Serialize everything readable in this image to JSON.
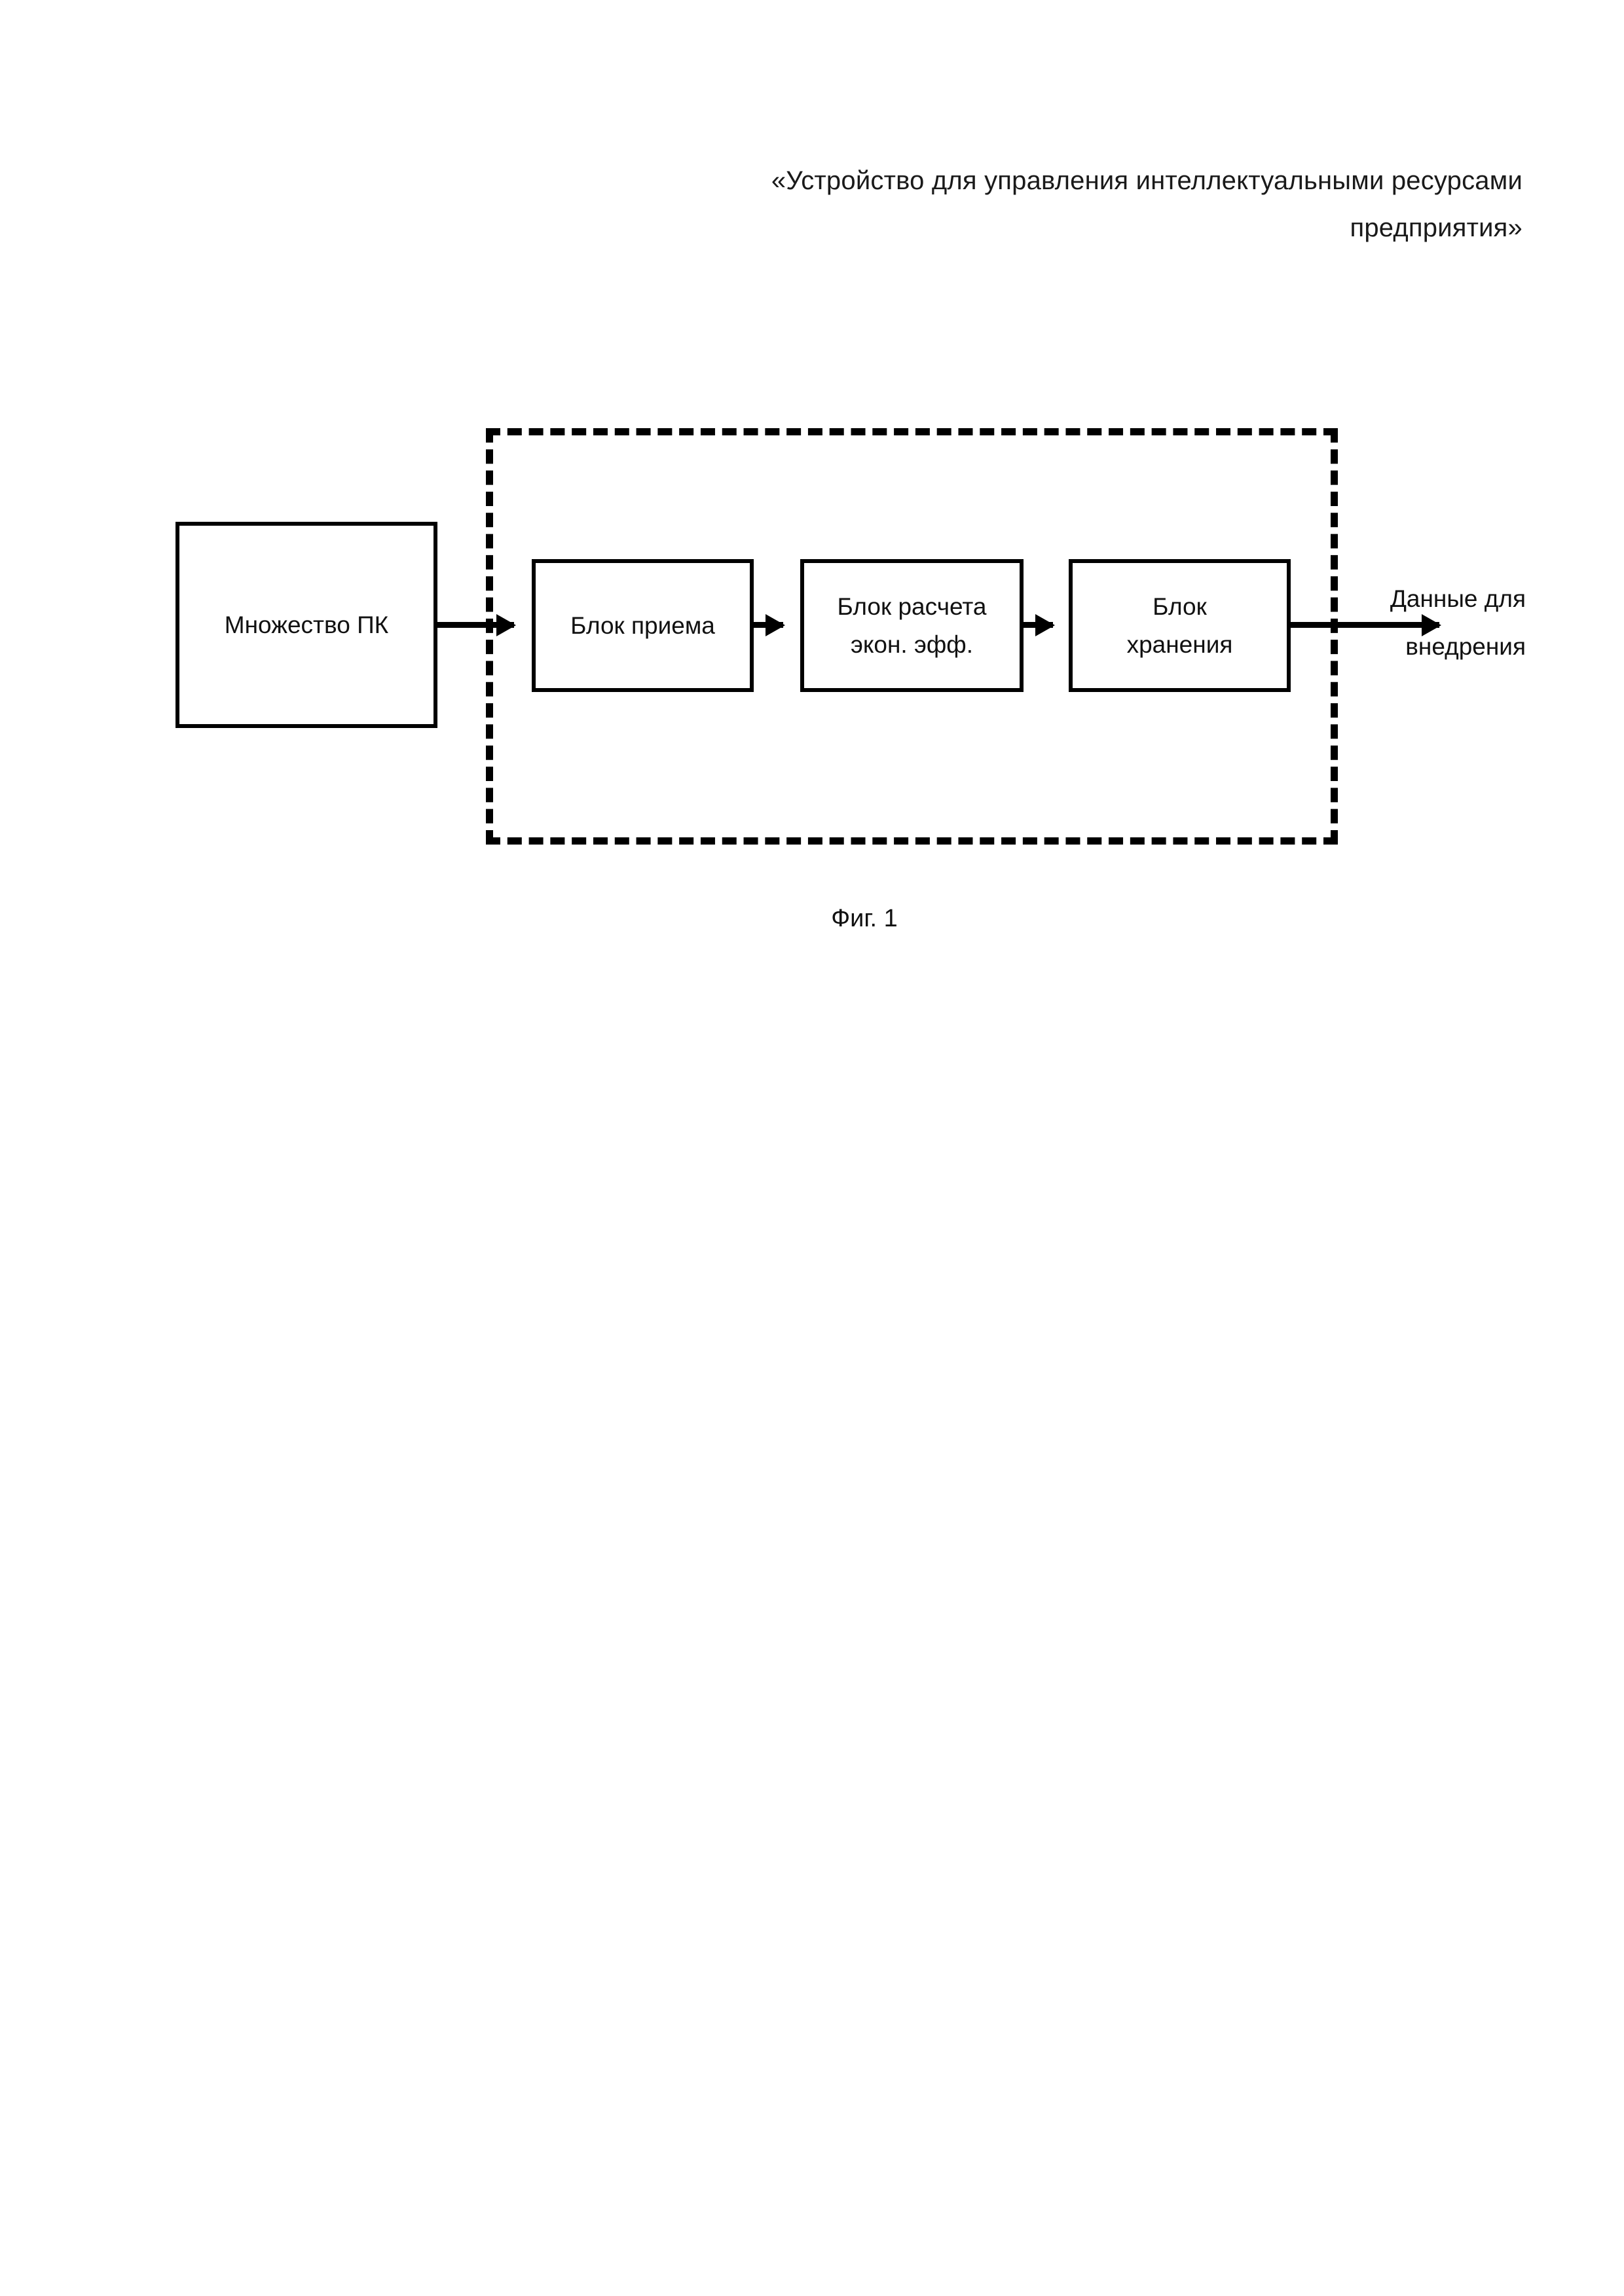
{
  "document": {
    "title_lines": [
      "«Устройство для управления интеллектуальными ресурсами",
      "предприятия»"
    ]
  },
  "figure": {
    "caption": "Фиг. 1",
    "boundary": {
      "name": "device-dashed-boundary",
      "style": "dashed"
    },
    "nodes": [
      {
        "id": "pcs",
        "label": "Множество ПК"
      },
      {
        "id": "receive",
        "label": "Блок приема"
      },
      {
        "id": "calc",
        "label": "Блок расчета\nэкон. эфф."
      },
      {
        "id": "storage",
        "label": "Блок\nхранения"
      }
    ],
    "output": {
      "label_lines": [
        "Данные для",
        "внедрения"
      ]
    },
    "colors": {
      "ink": "#000000",
      "paper": "#ffffff"
    }
  }
}
